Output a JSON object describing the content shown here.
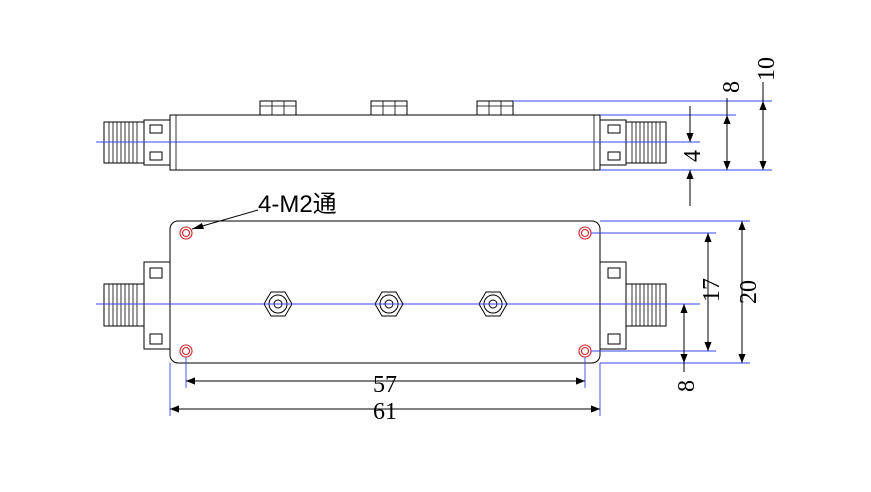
{
  "drawing": {
    "hole_callout": "4-M2通",
    "dimensions": {
      "total_height": "10",
      "body_height": "8",
      "connector_center": "4",
      "hole_spacing_vertical": "17",
      "body_width": "20",
      "connector_offset": "8",
      "hole_spacing_horizontal": "57",
      "body_length": "61"
    }
  },
  "colors": {
    "outline": "#000000",
    "dimension_line": "#3344ff",
    "mounting_hole": "#cc2222"
  }
}
